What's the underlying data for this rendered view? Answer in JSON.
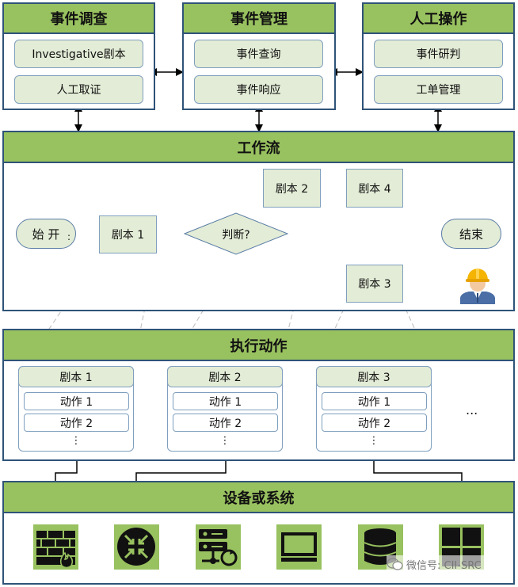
{
  "top": {
    "investigation": {
      "title": "事件调查",
      "items": [
        "Investigative剧本",
        "人工取证"
      ]
    },
    "management": {
      "title": "事件管理",
      "items": [
        "事件查询",
        "事件响应"
      ]
    },
    "manual": {
      "title": "人工操作",
      "items": [
        "事件研判",
        "工单管理"
      ]
    }
  },
  "workflow": {
    "title": "工作流",
    "start": "始 开",
    "start_mark": ":",
    "play1": "剧本 1",
    "decision": "判断?",
    "play2": "剧本 2",
    "play3": "剧本 3",
    "play4": "剧本 4",
    "end": "结束"
  },
  "actions": {
    "title": "执行动作",
    "cards": [
      {
        "title": "剧本 1",
        "actions": [
          "动作 1",
          "动作 2"
        ],
        "more": "⋮"
      },
      {
        "title": "剧本 2",
        "actions": [
          "动作 1",
          "动作 2"
        ],
        "more": "⋮"
      },
      {
        "title": "剧本 3",
        "actions": [
          "动作 1",
          "动作 2"
        ],
        "more": "⋮"
      }
    ],
    "more_cards": "..."
  },
  "devices": {
    "title": "设备或系统",
    "icons": [
      "firewall-icon",
      "router-icon",
      "server-icon",
      "monitor-icon",
      "database-icon",
      "windows-icon"
    ]
  },
  "watermark": "微信号: CII-SRC",
  "colors": {
    "header_green": "#98c15f",
    "light_green": "#e3ecd6",
    "border_blue": "#2f5378"
  }
}
